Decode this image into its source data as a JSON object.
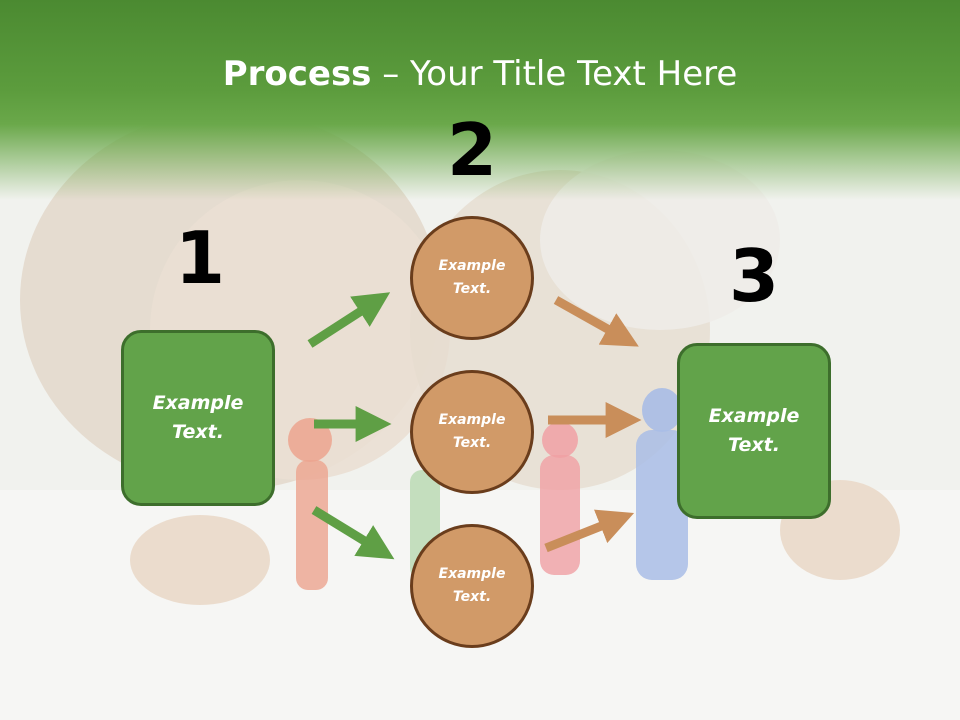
{
  "slide": {
    "title_bold": "Process",
    "title_rest": " – Your Title Text Here",
    "steps": [
      "1",
      "2",
      "3"
    ],
    "left_box": "Example Text.",
    "right_box": "Example Text.",
    "circles": [
      "Example Text.",
      "Example Text.",
      "Example Text."
    ],
    "colors": {
      "header": "#5c9c3d",
      "box": "#62a34a",
      "circle": "#d19a68",
      "green_arrow": "#5f9f45",
      "orange_arrow": "#c98e5a"
    }
  }
}
